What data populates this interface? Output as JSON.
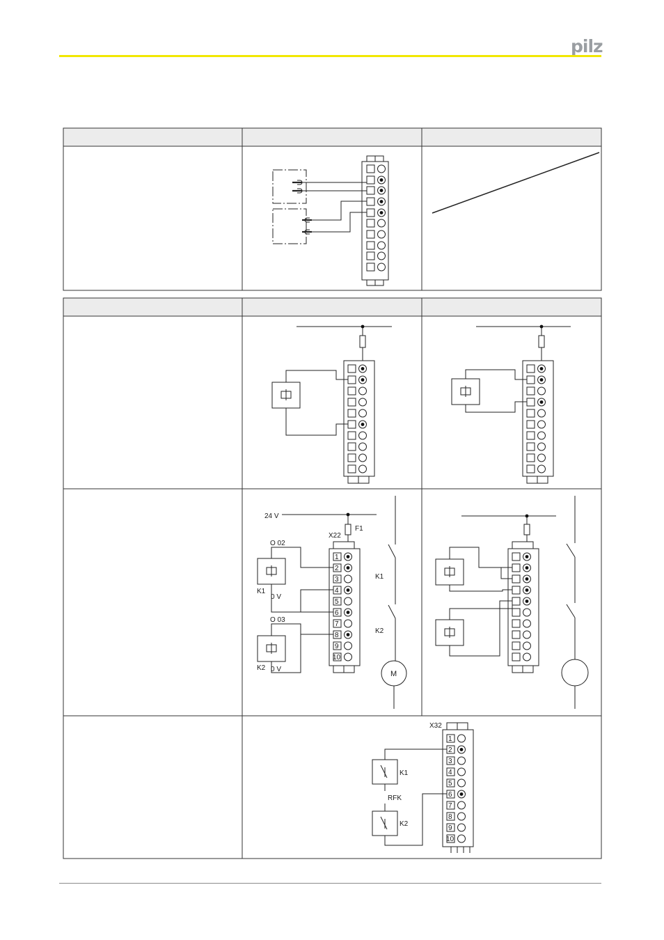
{
  "header": {
    "brand": "pilz"
  },
  "diagrams": {
    "outputs_2": {
      "supply": "24 V",
      "fuse": "F1",
      "connector": "X22",
      "relay1": "K1",
      "relay2": "K2",
      "output1": "O 02",
      "output2": "O 03",
      "zero_v_1": "0 V",
      "zero_v_2": "0 V",
      "contact1": "K1",
      "contact2": "K2",
      "motor": "M",
      "terminals": [
        "1",
        "2",
        "3",
        "4",
        "5",
        "6",
        "7",
        "8",
        "9",
        "10"
      ]
    },
    "feedback": {
      "connector": "X32",
      "contact1": "K1",
      "contact2": "K2",
      "loop_label": "RFK",
      "terminals": [
        "1",
        "2",
        "3",
        "4",
        "5",
        "6",
        "7",
        "8",
        "9",
        "10"
      ]
    }
  }
}
